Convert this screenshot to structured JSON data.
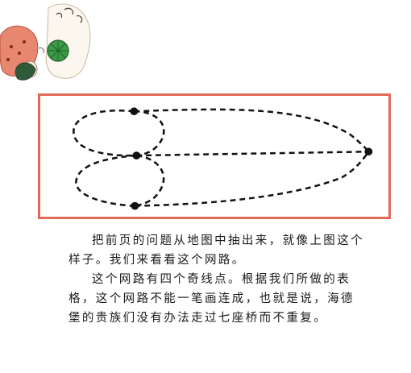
{
  "illustration": {
    "description_icon": "nuremberg-dolls-illustration"
  },
  "diagram": {
    "border_color": "#e06a55",
    "line_color": "#111111",
    "vertices": 4,
    "edges": 7
  },
  "text": {
    "paragraph1": "把前页的问题从地图中抽出来，就像上图这个样子。我们来看看这个网路。",
    "paragraph2": "这个网路有四个奇线点。根据我们所做的表格，这个网路不能一笔画连成，也就是说，海德堡的贵族们没有办法走过七座桥而不重复。"
  }
}
